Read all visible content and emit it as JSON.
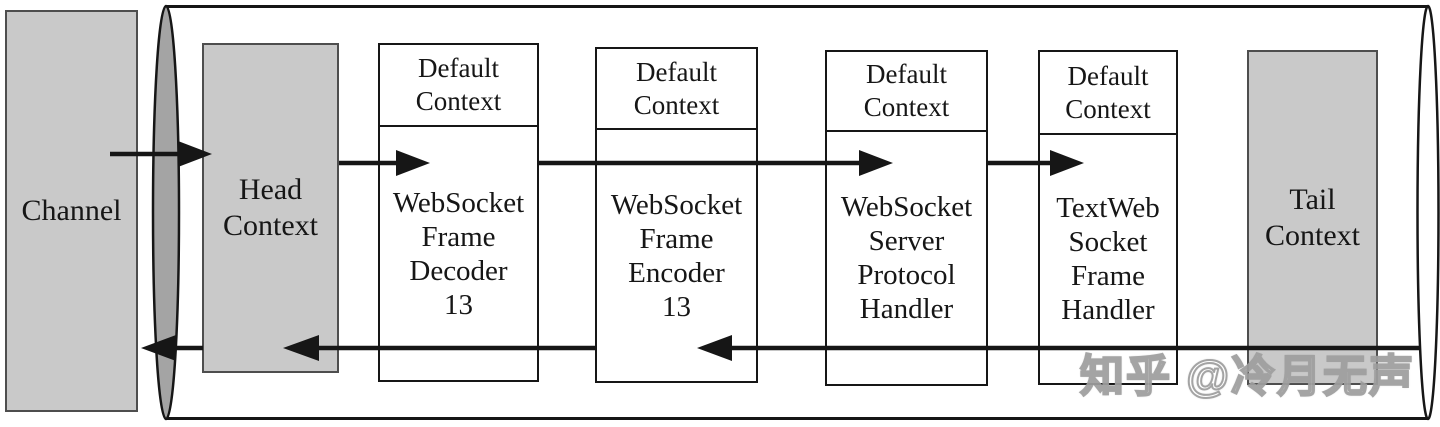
{
  "channel": {
    "label": "Channel"
  },
  "pipeline": {
    "head_label": "Head\nContext",
    "tail_label": "Tail\nContext",
    "handlers": [
      {
        "context_label": "Default\nContext",
        "handler_label": "WebSocket\nFrame\nDecoder\n13"
      },
      {
        "context_label": "Default\nContext",
        "handler_label": "WebSocket\nFrame\nEncoder\n13"
      },
      {
        "context_label": "Default\nContext",
        "handler_label": "WebSocket\nServer\nProtocol\nHandler"
      },
      {
        "context_label": "Default\nContext",
        "handler_label": "TextWeb\nSocket\nFrame\nHandler"
      }
    ]
  },
  "watermark": {
    "text": "知乎 @冷月无声"
  },
  "colors": {
    "gray_box_fill": "#c9c9c9",
    "gray_box_border": "#4e4e4e",
    "white_box_fill": "#ffffff",
    "line_black": "#161616",
    "left_ellipse_fill": "#a4a4a4",
    "right_ellipse_fill": "#ffffff",
    "watermark_text": "#ffffff",
    "watermark_outline": "#9e9e9e"
  }
}
